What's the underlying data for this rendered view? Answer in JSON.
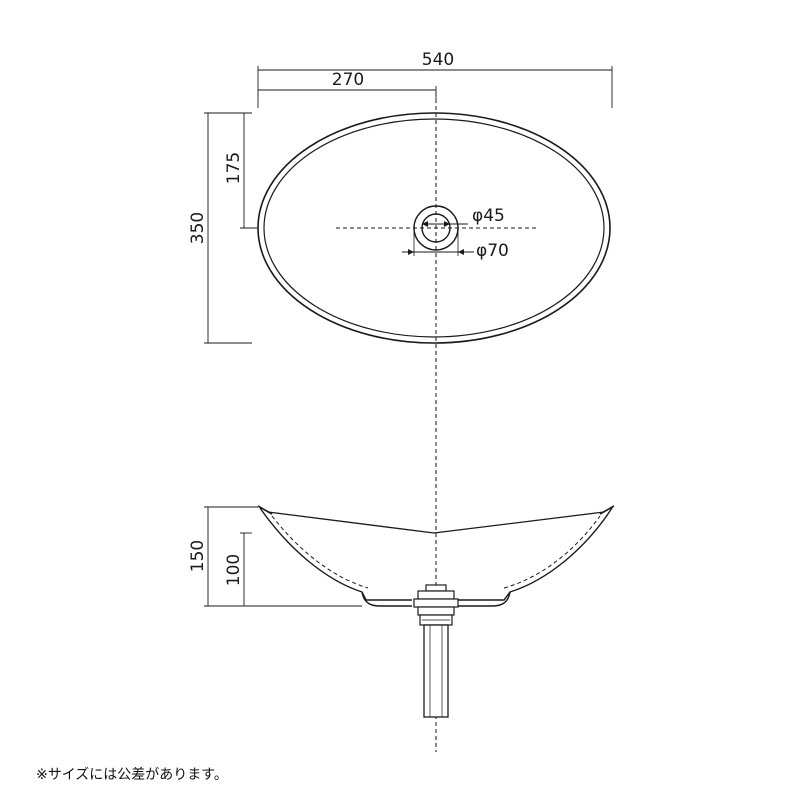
{
  "top_view": {
    "width_total": "540",
    "width_half": "270",
    "depth_total": "350",
    "depth_half": "175",
    "drain_inner": "φ45",
    "drain_outer": "φ70"
  },
  "side_view": {
    "height_total": "150",
    "height_bowl": "100"
  },
  "note": "※サイズには公差があります。",
  "colors": {
    "line": "#1a1a1a",
    "background": "#ffffff"
  }
}
